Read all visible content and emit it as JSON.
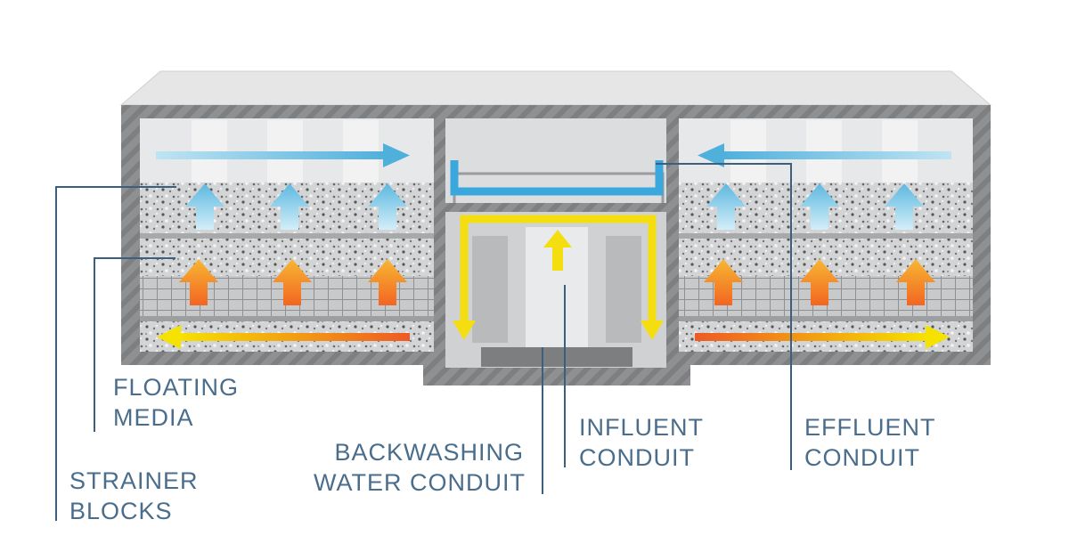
{
  "labels": {
    "floating_media": [
      "FLOATING",
      "MEDIA"
    ],
    "strainer_blocks": [
      "STRAINER",
      "BLOCKS"
    ],
    "backwashing_water_conduit": [
      "BACKWASHING",
      "WATER CONDUIT"
    ],
    "influent_conduit": [
      "INFLUENT",
      "CONDUIT"
    ],
    "effluent_conduit": [
      "EFFLUENT",
      "CONDUIT"
    ]
  },
  "colors": {
    "label_text": "#4a6d8c",
    "leader_line": "#3d5f7e",
    "concrete": "#8d8f91",
    "media": "#cfd0d1",
    "clean_flow": "#5ab6df",
    "influent_flow": "#f2d415",
    "dirty_flow": "#f07a1a"
  },
  "icons": {
    "clean_up_arrow": "up-arrow-blue",
    "dirty_up_arrow": "up-arrow-orange",
    "influent_up_arrow": "up-arrow-yellow",
    "filtered_flow_arrow": "horizontal-arrow-blue",
    "backwash_flow_arrow": "horizontal-arrow-yellow-orange"
  }
}
